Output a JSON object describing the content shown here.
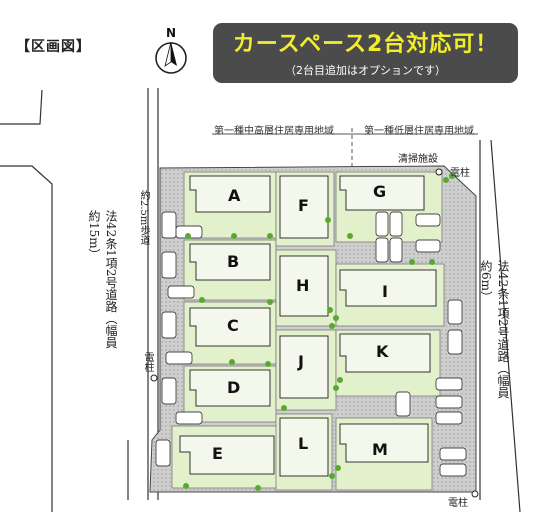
{
  "header": {
    "title": "【区画図】",
    "compass_label": "N"
  },
  "banner": {
    "main": "カースペース2台対応可！",
    "sub": "（2台目追加はオプションです）"
  },
  "zones": {
    "left": "第一種中高層住居専用地域",
    "right": "第一種低層住居専用地域"
  },
  "roads": {
    "left": "法42条1項2号道路（幅員約15m）",
    "right": "法42条1項2号道路（幅員約6m）",
    "sidewalk": "約2.5m歩道"
  },
  "labels": {
    "cleaning_facility": "清掃施設",
    "pole_top": "電柱",
    "pole_left": "電柱",
    "pole_bottom": "電柱"
  },
  "lots": [
    "A",
    "B",
    "C",
    "D",
    "E",
    "F",
    "G",
    "H",
    "I",
    "J",
    "K",
    "L",
    "M"
  ],
  "colors": {
    "lot_green": "#e3f0cc",
    "parking_gray": "#c8c8c8",
    "tree_green": "#5aa832",
    "banner_bg": "#4b4b4b",
    "banner_text": "#f2ee2a"
  }
}
